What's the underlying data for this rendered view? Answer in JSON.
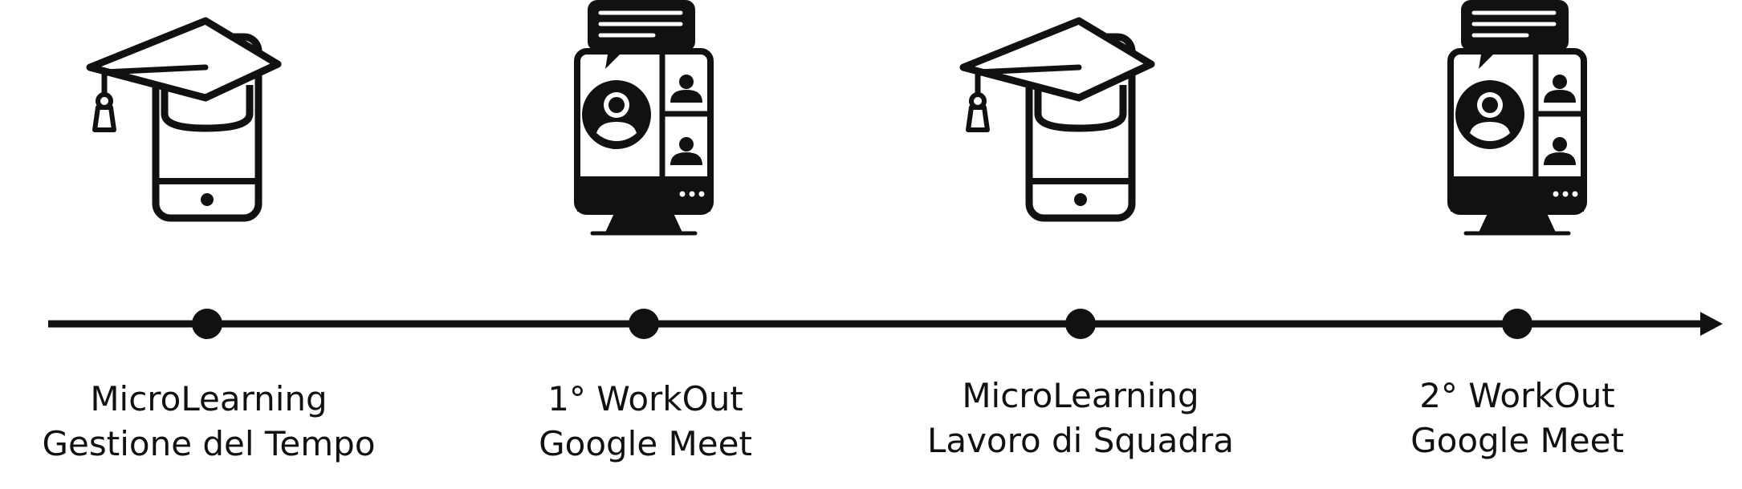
{
  "colors": {
    "ink": "#111111",
    "background": "#ffffff"
  },
  "steps": [
    {
      "icon": "phone-graduation-cap-icon",
      "line1": "MicroLearning",
      "line2": "Gestione del Tempo"
    },
    {
      "icon": "monitor-video-call-icon",
      "line1": "1° WorkOut",
      "line2": "Google Meet"
    },
    {
      "icon": "phone-graduation-cap-icon",
      "line1": "MicroLearning",
      "line2": "Lavoro di Squadra"
    },
    {
      "icon": "monitor-video-call-icon",
      "line1": "2° WorkOut",
      "line2": "Google Meet"
    }
  ]
}
